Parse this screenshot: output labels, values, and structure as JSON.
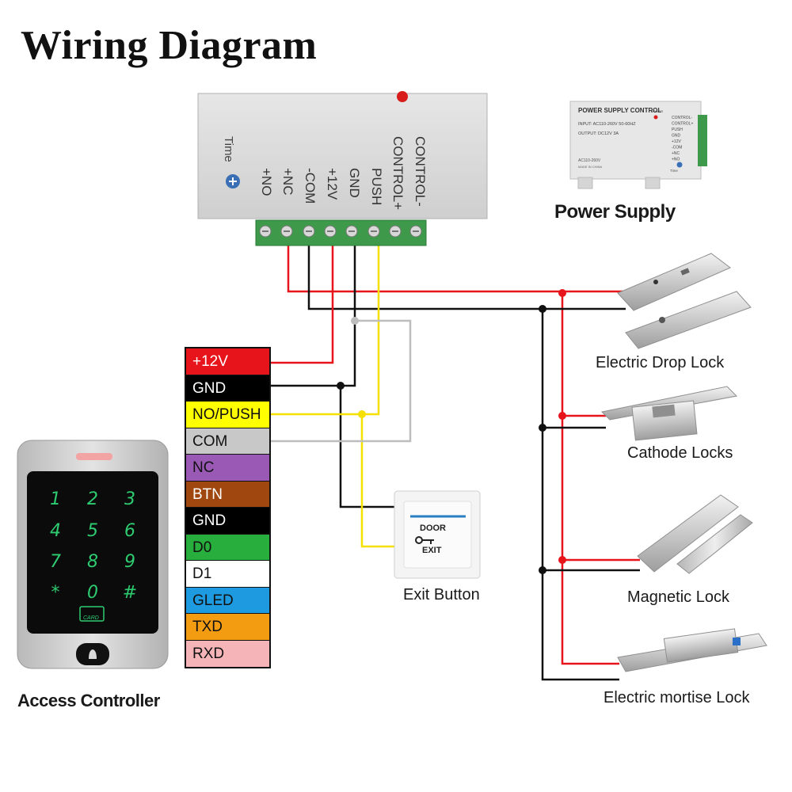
{
  "title": "Wiring Diagram",
  "power_supply": {
    "caption": "Power Supply",
    "time_label": "Time",
    "terminals": [
      "+NO",
      "+NC",
      "-COM",
      "+12V",
      "GND",
      "PUSH",
      "CONTROL+",
      "CONTROL-"
    ],
    "photo": {
      "header": "POWER SUPPLY CONTROL",
      "input": "INPUT: AC110-260V 50-60HZ",
      "output": "OUTPUT: DC12V 3A",
      "model": "AC110-260V",
      "made_in": "MADE IN CHINA",
      "power": "POWER",
      "terminals": [
        "CONTROL-",
        "CONTROL+",
        "PUSH",
        "GND",
        "+12V",
        "-COM",
        "+NC",
        "+NO"
      ],
      "time_label": "Time"
    }
  },
  "controller": {
    "caption": "Access Controller",
    "keys": [
      "1",
      "2",
      "3",
      "4",
      "5",
      "6",
      "7",
      "8",
      "9",
      "*",
      "0",
      "#"
    ],
    "card_label": "CARD"
  },
  "wire_table": [
    {
      "label": "+12V",
      "color": "#e8141b",
      "text_color": "#ffffff"
    },
    {
      "label": "GND",
      "color": "#000000",
      "text_color": "#ffffff"
    },
    {
      "label": "NO/PUSH",
      "color": "#ffff00",
      "text_color": "#111111"
    },
    {
      "label": "COM",
      "color": "#c8c8c8",
      "text_color": "#111111"
    },
    {
      "label": "NC",
      "color": "#9b59b6",
      "text_color": "#111111"
    },
    {
      "label": "BTN",
      "color": "#a0470f",
      "text_color": "#ffffff"
    },
    {
      "label": "GND",
      "color": "#000000",
      "text_color": "#ffffff"
    },
    {
      "label": "D0",
      "color": "#27ae3c",
      "text_color": "#111111"
    },
    {
      "label": "D1",
      "color": "#ffffff",
      "text_color": "#111111"
    },
    {
      "label": "GLED",
      "color": "#1e9be0",
      "text_color": "#111111"
    },
    {
      "label": "TXD",
      "color": "#f39c12",
      "text_color": "#111111"
    },
    {
      "label": "RXD",
      "color": "#f5b5b8",
      "text_color": "#111111"
    }
  ],
  "exit_button": {
    "caption": "Exit Button",
    "door": "DOOR",
    "exit": "EXIT"
  },
  "locks": [
    {
      "caption": "Electric Drop Lock"
    },
    {
      "caption": "Cathode Locks"
    },
    {
      "caption": "Magnetic Lock"
    },
    {
      "caption": "Electric mortise Lock"
    }
  ],
  "colors": {
    "red_wire": "#e8141b",
    "black_wire": "#111111",
    "yellow_wire": "#f5e000",
    "gray_wire": "#bdbdbd",
    "terminal_green": "#3e9a4a",
    "psu_body": "#dcdcdc",
    "keypad_glow": "#2ecc71"
  }
}
